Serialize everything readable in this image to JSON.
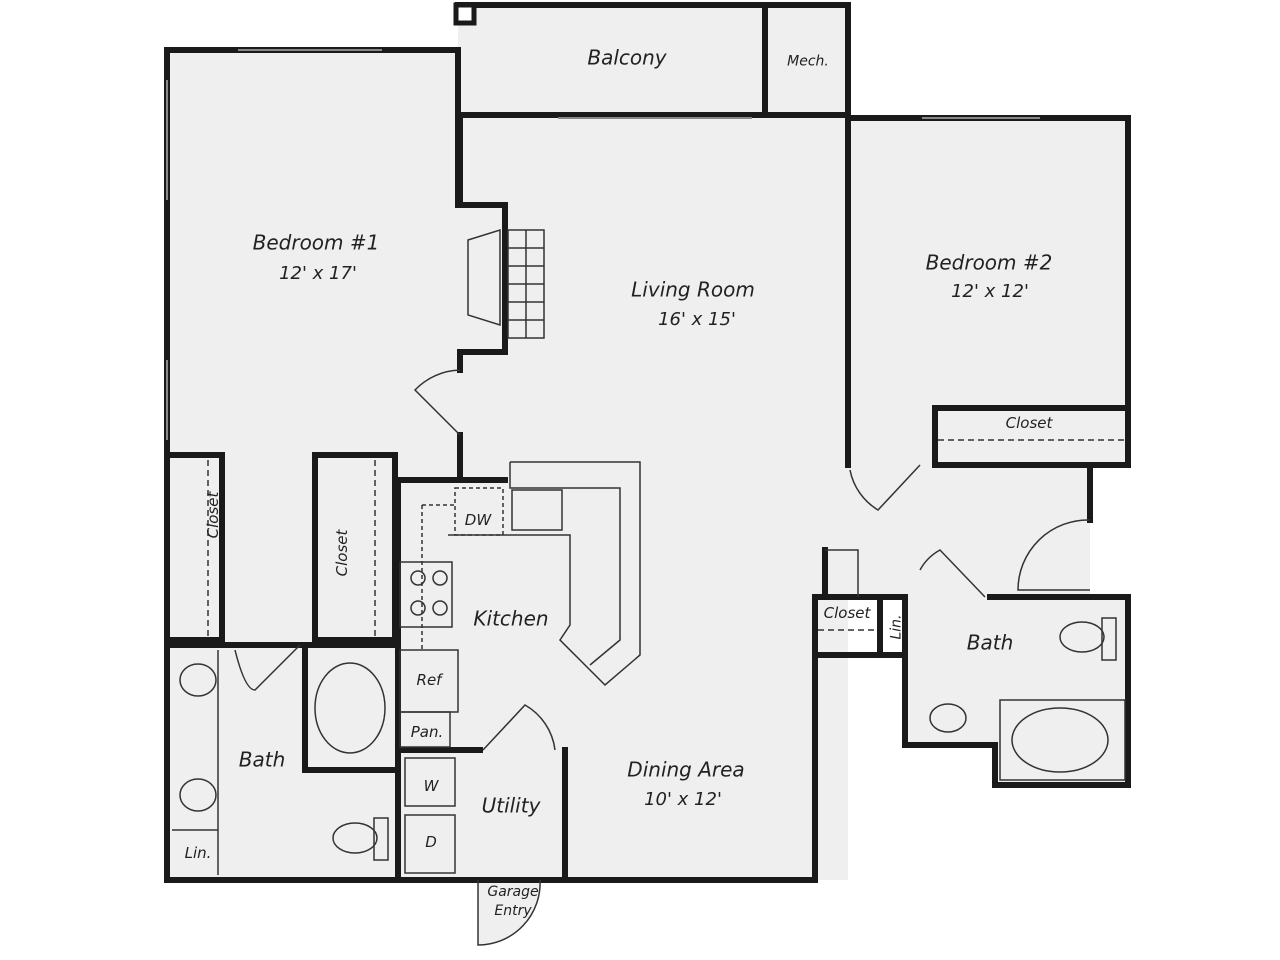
{
  "rooms": {
    "balcony": "Balcony",
    "mech": "Mech.",
    "bedroom1": {
      "name": "Bedroom #1",
      "dims": "12' x 17'"
    },
    "living": {
      "name": "Living Room",
      "dims": "16' x 15'"
    },
    "bedroom2": {
      "name": "Bedroom #2",
      "dims": "12' x 12'"
    },
    "closet_b2": "Closet",
    "closet_b1a": "Closet",
    "closet_b1b": "Closet",
    "dw": "DW",
    "kitchen": "Kitchen",
    "ref": "Ref",
    "pan": "Pan.",
    "closet_hall": "Closet",
    "lin_hall": "Lin.",
    "bath2": "Bath",
    "bath1": "Bath",
    "lin_bath1": "Lin.",
    "washer": "W",
    "dryer": "D",
    "utility": "Utility",
    "dining": {
      "name": "Dining Area",
      "dims": "10' x 12'"
    },
    "garage": "Garage\nEntry"
  },
  "colors": {
    "wall": "#1a1a1a",
    "floor": "#efefef"
  }
}
